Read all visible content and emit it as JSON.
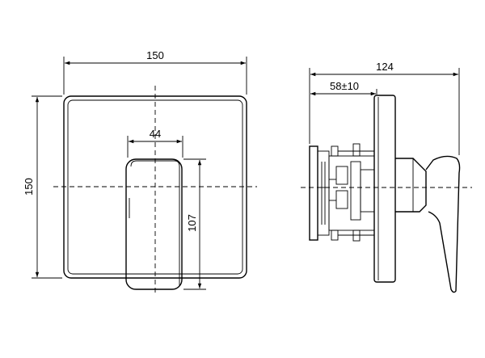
{
  "drawing": {
    "front_view": {
      "width_dim": "150",
      "height_dim": "150",
      "handle_width_dim": "44",
      "handle_height_dim": "107"
    },
    "side_view": {
      "depth_dim": "124",
      "install_depth_dim": "58±10"
    }
  }
}
